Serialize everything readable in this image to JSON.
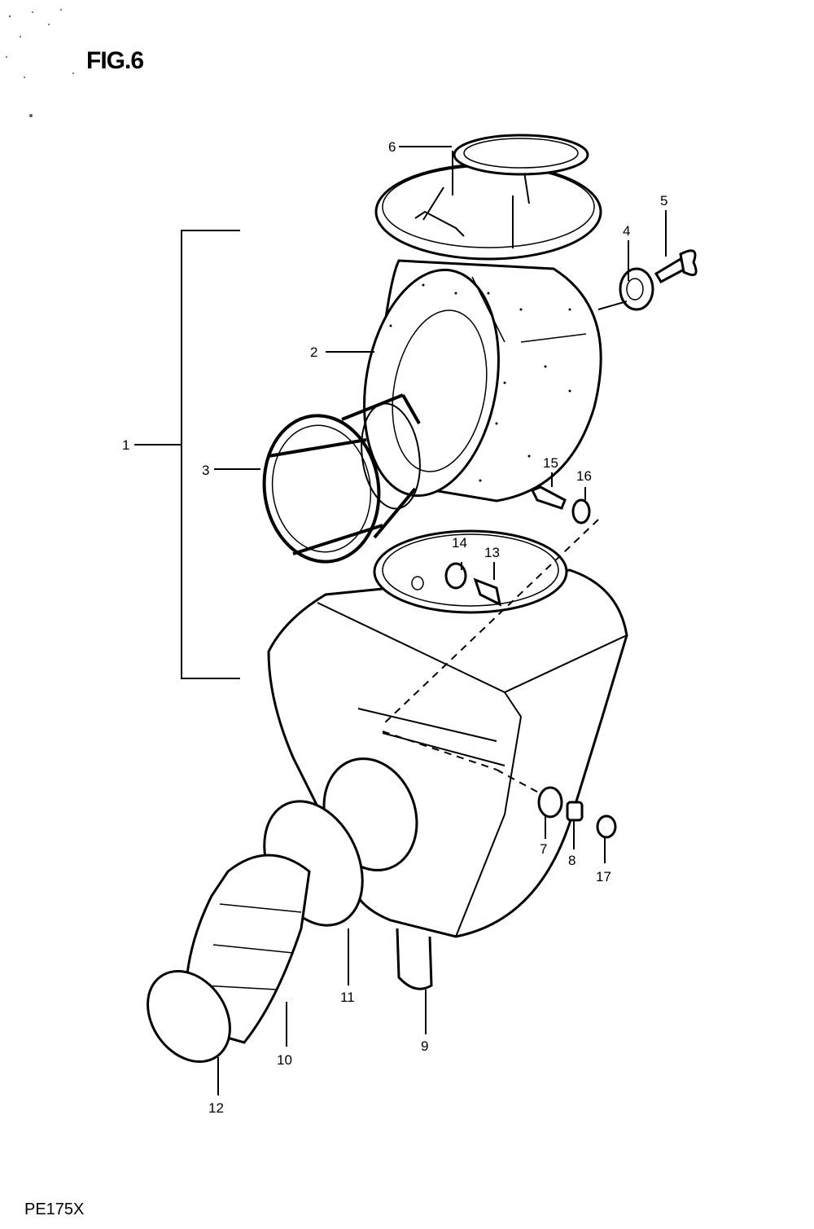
{
  "figure": {
    "title": "FIG.6",
    "model": "PE175X"
  },
  "callouts": {
    "c1": "1",
    "c2": "2",
    "c3": "3",
    "c4": "4",
    "c5": "5",
    "c6": "6",
    "c7": "7",
    "c8": "8",
    "c9": "9",
    "c10": "10",
    "c11": "11",
    "c12": "12",
    "c13": "13",
    "c14": "14",
    "c15": "15",
    "c16": "16",
    "c17": "17"
  }
}
